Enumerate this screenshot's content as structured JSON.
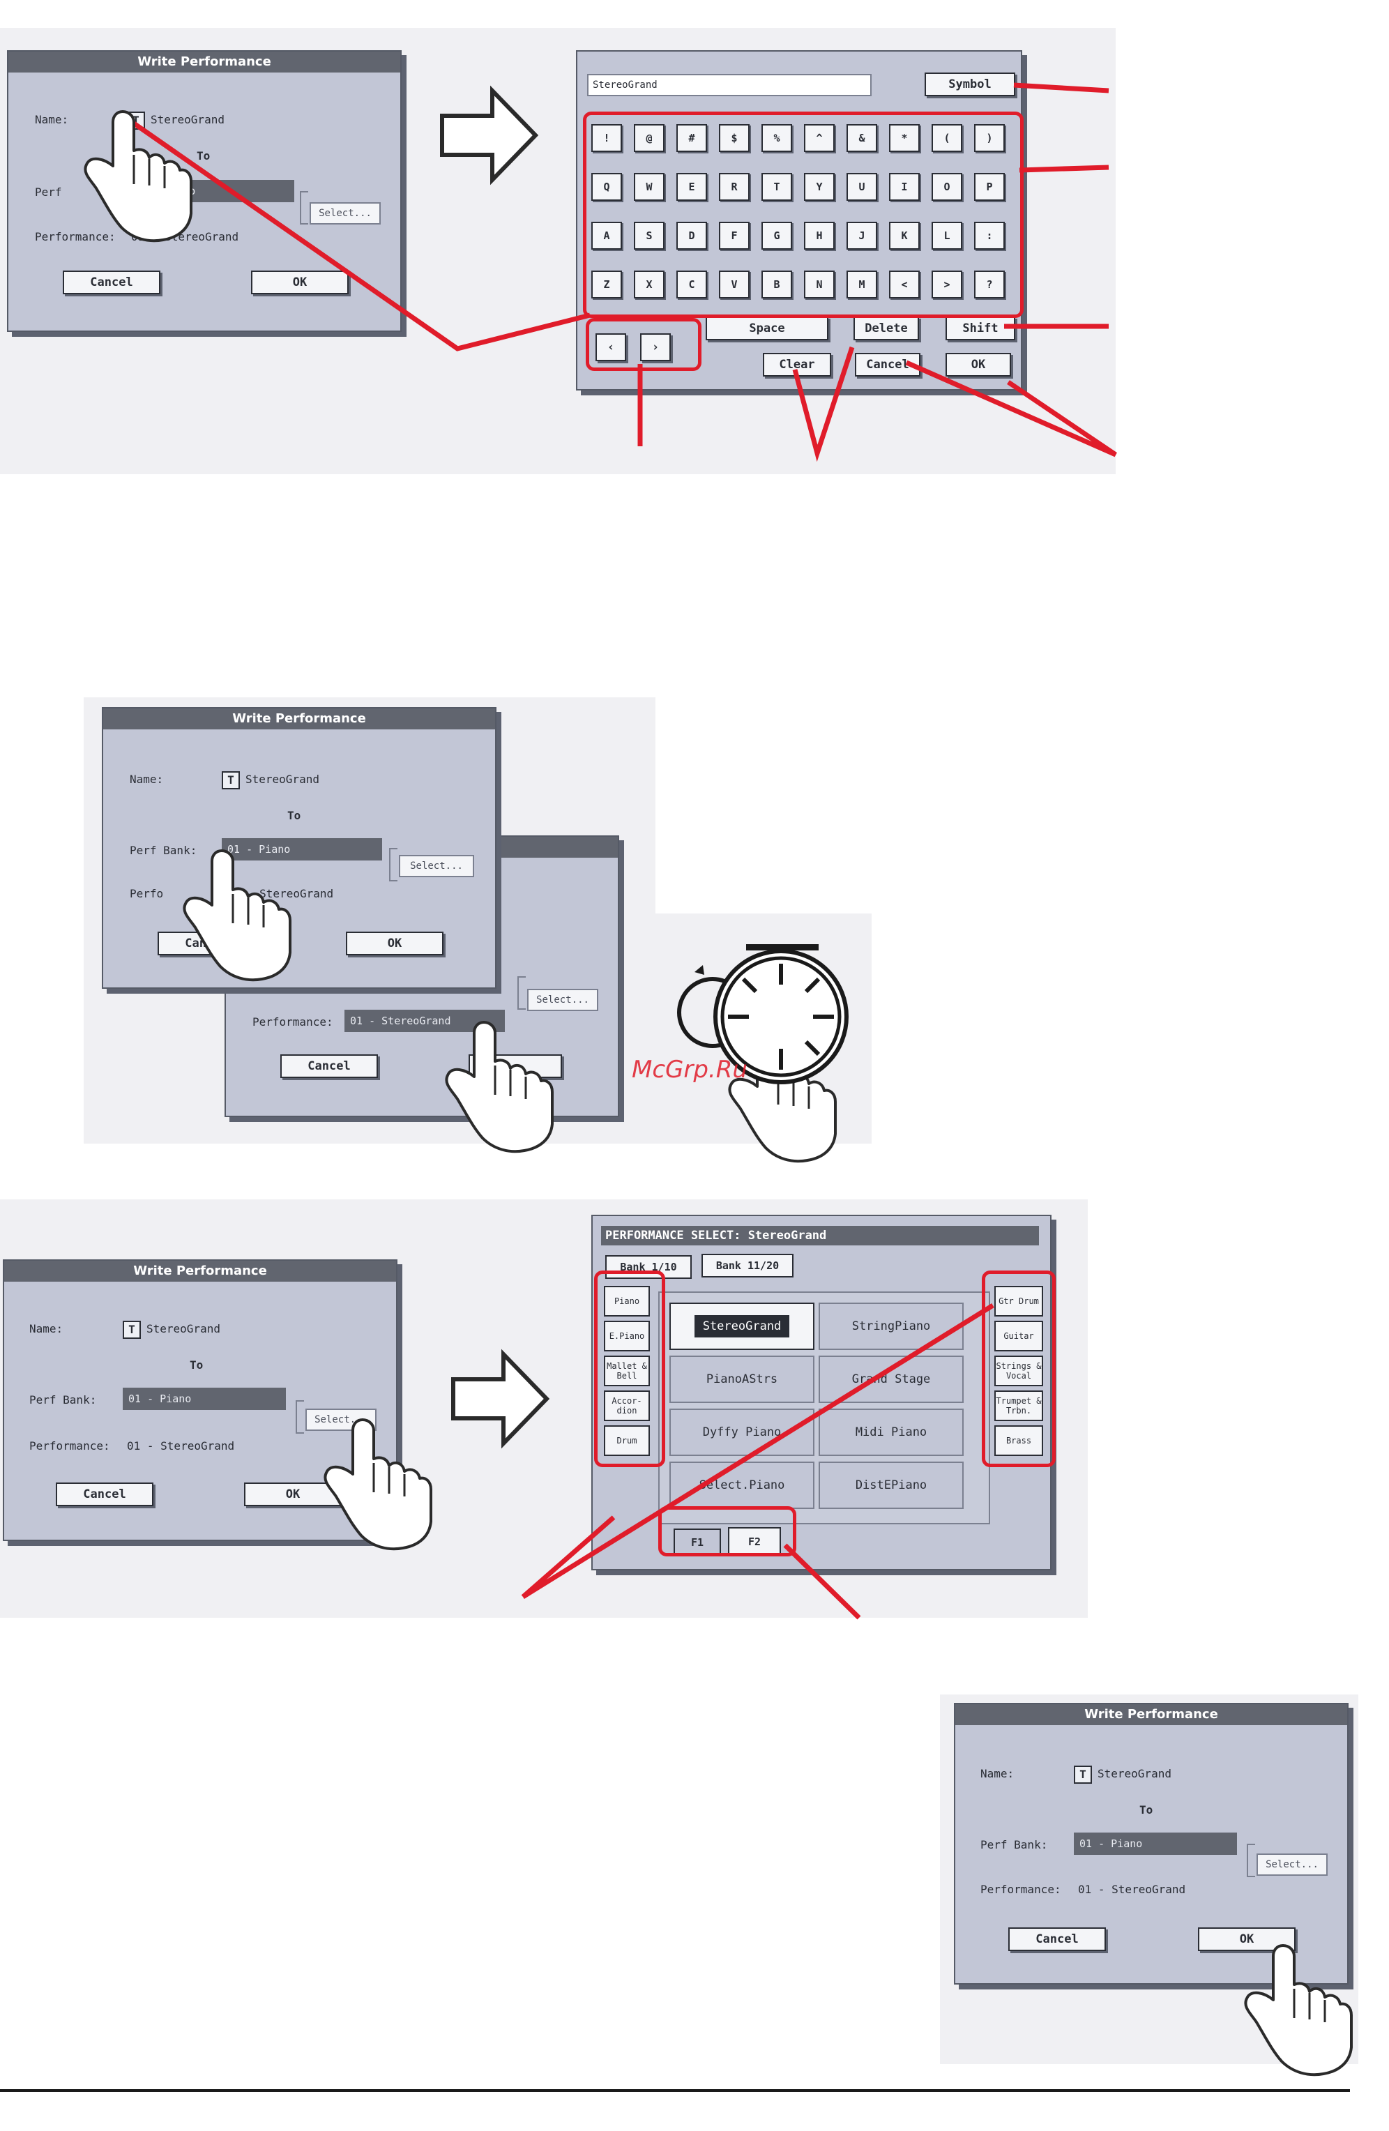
{
  "write_performance": {
    "title": "Write Performance",
    "name_label": "Name:",
    "text_edit_icon": "T",
    "name_value": "StereoGrand",
    "to_label": "To",
    "bank_label": "Perf Bank:",
    "bank_label_partial": "Perf",
    "bank_value": "01 - Piano",
    "select_button": "Select...",
    "performance_label": "Performance:",
    "performance_value": "01 - StereoGrand",
    "performance_label_partial": "Perfo",
    "cancel_button": "Cancel",
    "ok_button": "OK"
  },
  "keyboard": {
    "name_value": "StereoGrand",
    "symbol_button": "Symbol",
    "rows": [
      [
        "!",
        "@",
        "#",
        "$",
        "%",
        "^",
        "&",
        "*",
        "(",
        ")"
      ],
      [
        "Q",
        "W",
        "E",
        "R",
        "T",
        "Y",
        "U",
        "I",
        "O",
        "P"
      ],
      [
        "A",
        "S",
        "D",
        "F",
        "G",
        "H",
        "J",
        "K",
        "L",
        ":"
      ],
      [
        "Z",
        "X",
        "C",
        "V",
        "B",
        "N",
        "M",
        "<",
        ">",
        "?"
      ]
    ],
    "cursor_left": "‹",
    "cursor_right": "›",
    "space_button": "Space",
    "delete_button": "Delete",
    "shift_button": "Shift",
    "clear_button": "Clear",
    "cancel_button": "Cancel",
    "ok_button": "OK"
  },
  "watermark": "McGrp.Ru",
  "performance_select": {
    "title": "PERFORMANCE SELECT: StereoGrand",
    "bank_tabs": [
      "Bank 1/10",
      "Bank 11/20"
    ],
    "left_categories": [
      "Piano",
      "E.Piano",
      "Mallet & Bell",
      "Accor-dion",
      "Drum"
    ],
    "right_categories": [
      "Gtr Drum",
      "Guitar",
      "Strings & Vocal",
      "Trumpet & Trbn.",
      "Brass"
    ],
    "performances": [
      "StereoGrand",
      "StringPiano",
      "PianoAStrs",
      "Grand Stage",
      "Dyffy Piano",
      "Midi Piano",
      "Select.Piano",
      "DistEPiano"
    ],
    "page_tabs": [
      "F1",
      "F2"
    ]
  },
  "icons": {
    "pointer": "hand-pointer-icon",
    "arrow": "right-arrow-icon",
    "dial": "data-dial-icon"
  },
  "colors": {
    "dialog_bg": "#c2c6d6",
    "title_bar": "#61656f",
    "highlight": "#e01c2a"
  }
}
